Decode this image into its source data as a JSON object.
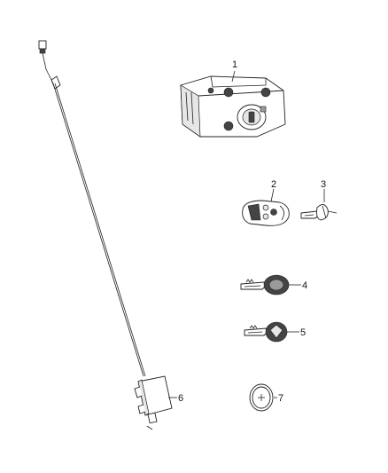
{
  "callouts": {
    "c1": "1",
    "c2": "2",
    "c3": "3",
    "c4": "4",
    "c5": "5",
    "c6": "6",
    "c7": "7"
  },
  "parts": [
    {
      "callout": "1",
      "icon": "ignition-module-icon"
    },
    {
      "callout": "2",
      "icon": "key-fob-icon"
    },
    {
      "callout": "3",
      "icon": "key-blank-icon"
    },
    {
      "callout": "4",
      "icon": "key-icon"
    },
    {
      "callout": "5",
      "icon": "key-icon"
    },
    {
      "callout": "6",
      "icon": "antenna-module-icon"
    },
    {
      "callout": "7",
      "icon": "coin-battery-icon"
    }
  ]
}
